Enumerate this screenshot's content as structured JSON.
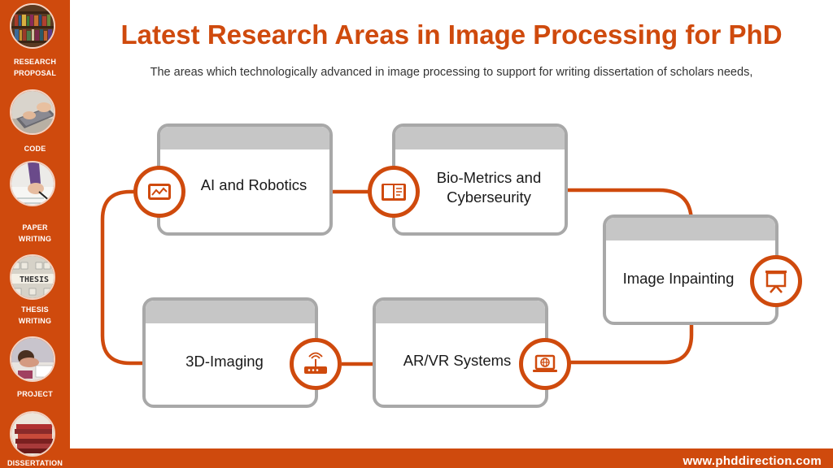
{
  "title": "Latest Research Areas in Image Processing for PhD",
  "subtitle": "The areas which technologically advanced in image processing to support for writing dissertation of scholars needs,",
  "sidebar": {
    "items": [
      {
        "label_line1": "RESEARCH",
        "label_line2": "PROPOSAL",
        "photo": "bookshelf-photo"
      },
      {
        "label_line1": "CODE",
        "label_line2": "",
        "photo": "laptop-typing-photo"
      },
      {
        "label_line1": "PAPER",
        "label_line2": "WRITING",
        "photo": "pen-writing-photo"
      },
      {
        "label_line1": "THESIS",
        "label_line2": "WRITING",
        "photo": "thesis-letters-photo"
      },
      {
        "label_line1": "PROJECT",
        "label_line2": "",
        "photo": "desk-photo"
      },
      {
        "label_line1": "DISSERTATION",
        "label_line2": "",
        "photo": "books-stack-photo"
      }
    ]
  },
  "diagram": {
    "nodes": [
      {
        "label_line1": "AI and Robotics",
        "label_line2": "",
        "icon": "tablet-chart-icon"
      },
      {
        "label_line1": "Bio-Metrics and",
        "label_line2": "Cyberseurity",
        "icon": "open-book-icon"
      },
      {
        "label_line1": "Image Inpainting",
        "label_line2": "",
        "icon": "presentation-board-icon"
      },
      {
        "label_line1": "AR/VR Systems",
        "label_line2": "",
        "icon": "laptop-globe-icon"
      },
      {
        "label_line1": "3D-Imaging",
        "label_line2": "",
        "icon": "router-icon"
      }
    ]
  },
  "footer": {
    "url": "www.phddirection.com"
  },
  "colors": {
    "accent": "#cf4a0d",
    "card_border": "#a8a8a8",
    "card_header": "#c6c6c6"
  }
}
